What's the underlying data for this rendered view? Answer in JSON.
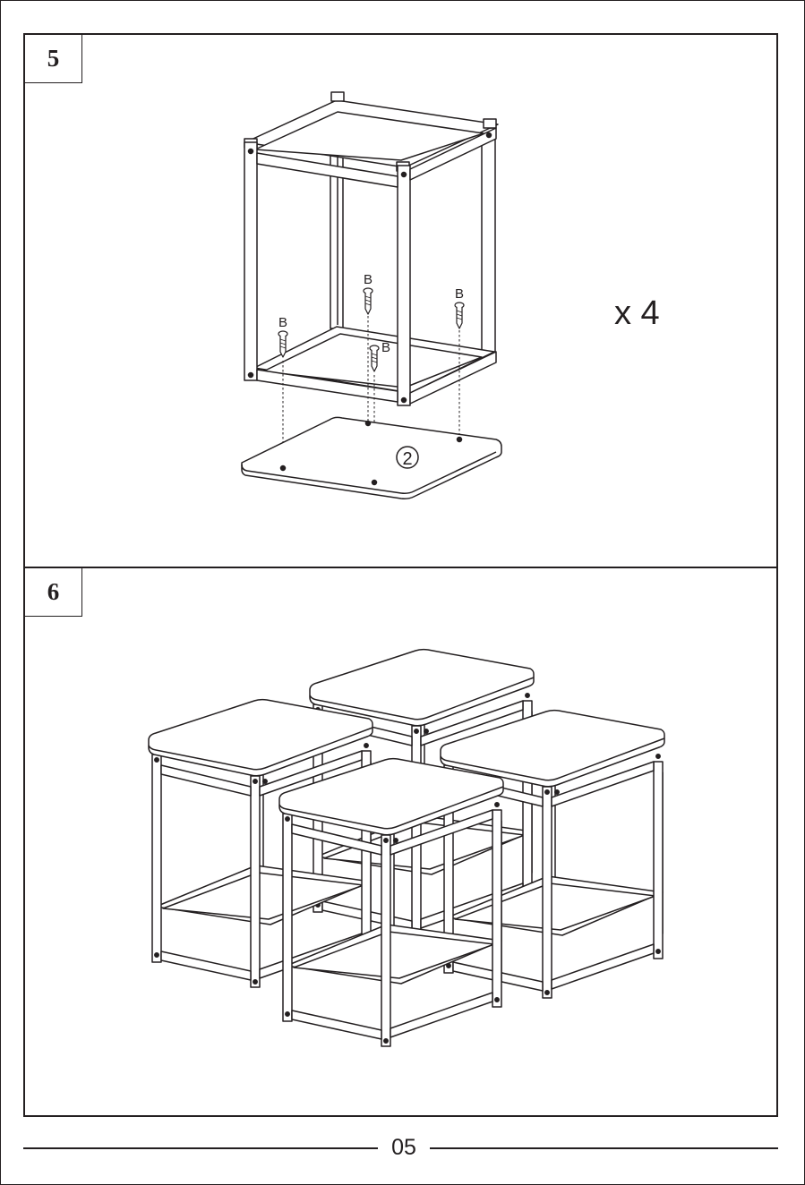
{
  "steps": [
    {
      "number": "5",
      "quantity": "x 4",
      "screw_label": "B",
      "part_number": "2"
    },
    {
      "number": "6"
    }
  ],
  "page_number": "05"
}
